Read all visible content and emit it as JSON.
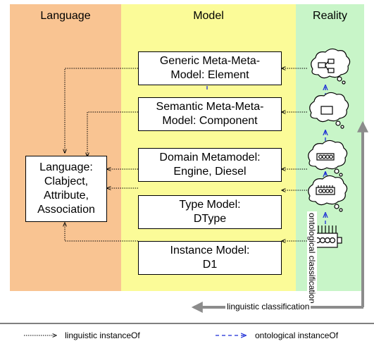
{
  "columns": {
    "language": "Language",
    "model": "Model",
    "reality": "Reality"
  },
  "model_levels": [
    {
      "label": "Generic Meta-Meta-\nModel: Element"
    },
    {
      "label": "Semantic Meta-Meta-\nModel: Component"
    },
    {
      "label": "Domain Metamodel:\nEngine, Diesel"
    },
    {
      "label": "Type Model:\nDType"
    },
    {
      "label": "Instance Model:\nD1"
    }
  ],
  "language_box": {
    "label": "Language:\nClabject,\nAttribute,\nAssociation"
  },
  "reality_icons": [
    "thought-bubble-diagram-icon",
    "thought-bubble-component-icon",
    "thought-bubble-engine-icon",
    "thought-bubble-dtype-engine-icon",
    "physical-engine-icon"
  ],
  "axes": {
    "ontological": "ontological classification",
    "linguistic": "linguistic classification"
  },
  "legend": {
    "linguistic": "linguistic instanceOf",
    "ontological": "ontological instanceOf"
  },
  "colors": {
    "language_bg": "#f9c492",
    "model_bg": "#fbfb98",
    "reality_bg": "#c8f5c8",
    "ontological_arrow": "#1a2bd6",
    "axis_arrow": "#8c8c8c"
  }
}
